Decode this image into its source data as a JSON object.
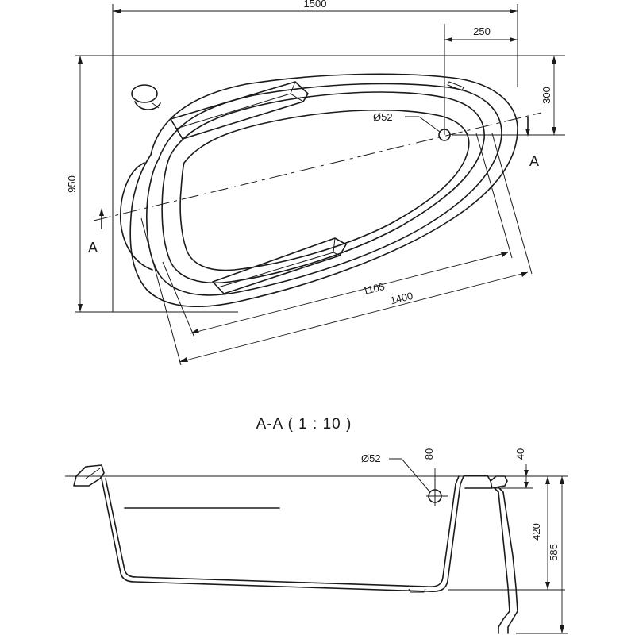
{
  "top_view": {
    "dim_width": "1500",
    "dim_depth": "950",
    "dim_drain_offset_x": "250",
    "dim_drain_offset_y": "300",
    "dim_length_outer": "1400",
    "dim_length_inner": "1105",
    "drain_label": "Ø52",
    "section_mark_left": "A",
    "section_mark_right": "A"
  },
  "section_view": {
    "title": "A-A  ( 1 : 10 )",
    "drain_label": "Ø52",
    "dim_rim": "40",
    "dim_drain_height": "80",
    "dim_inner_depth": "420",
    "dim_total_height": "585"
  }
}
